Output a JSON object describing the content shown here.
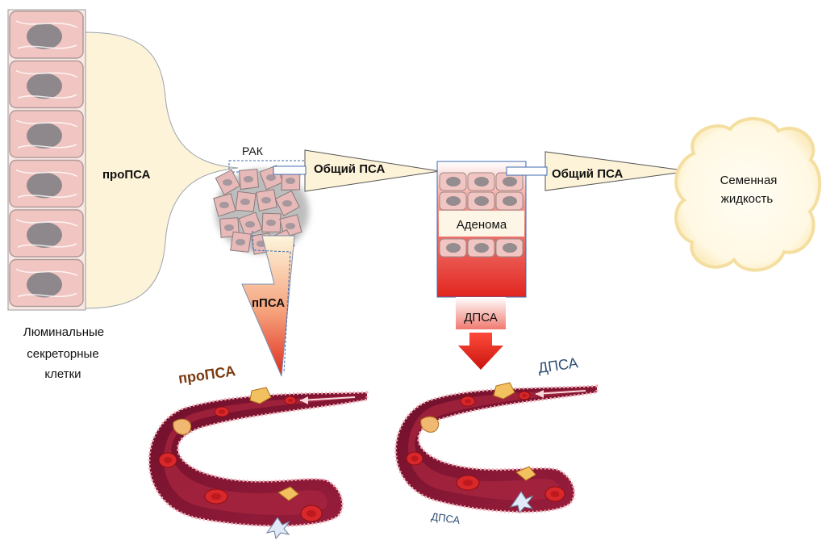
{
  "labels": {
    "propsa_gland": "проПСА",
    "luminal_line1": "Люминальные",
    "luminal_line2": "секреторные",
    "luminal_line3": "клетки",
    "cancer": "РАК",
    "total_psa_1": "Общий ПСА",
    "total_psa_2": "Общий ПСА",
    "adenoma": "Аденома",
    "seminal_line1": "Семенная",
    "seminal_line2": "жидкость",
    "ppsa": "пПСА",
    "dpsa_top": "ДПСА",
    "propsa_vessel": "проПСА",
    "dpsa_vessel": "ДПСА",
    "dpsa_vessel_small": "ДПСА"
  },
  "colors": {
    "gland_fill": "#fdf3d8",
    "cell_fill": "#f1c6c2",
    "nucleus": "#7d7d82",
    "vessel_outer": "#8a1535",
    "vessel_inner": "#b8334f",
    "rbc": "#d8282b",
    "arrow_red": "#e32219",
    "propsa_text": "#7a3b12",
    "dpsa_text": "#2f4e74"
  }
}
